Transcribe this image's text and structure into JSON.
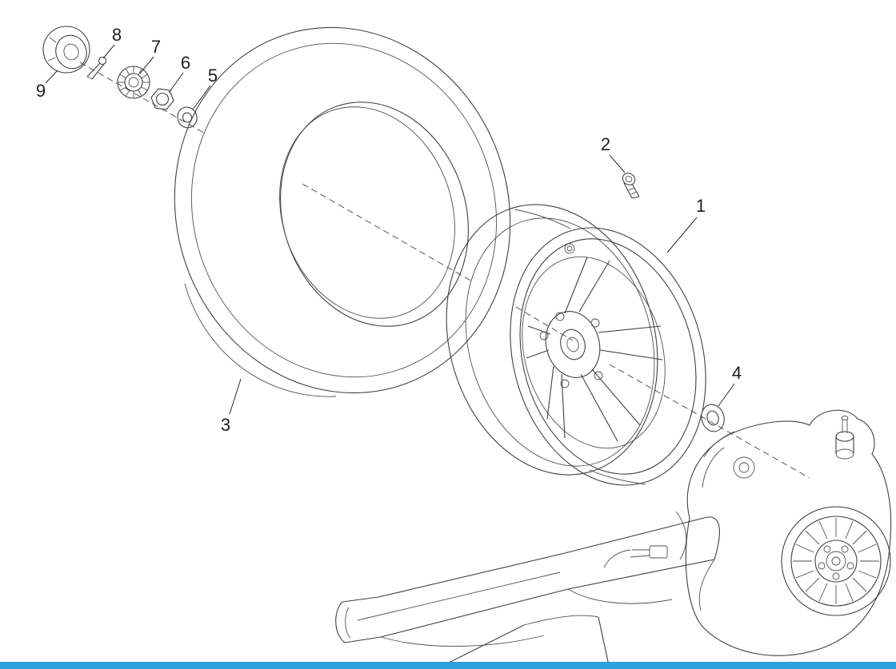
{
  "diagram": {
    "description": "Exploded parts diagram of a scooter rear wheel assembly with swingarm and engine case",
    "labels": [
      {
        "part": "1"
      },
      {
        "part": "2"
      },
      {
        "part": "3"
      },
      {
        "part": "4"
      },
      {
        "part": "5"
      },
      {
        "part": "6"
      },
      {
        "part": "7"
      },
      {
        "part": "8"
      },
      {
        "part": "9"
      }
    ],
    "colors": {
      "background": "#ffffff",
      "line": "#404040",
      "label_text": "#1f1f1f",
      "footer_bar": "#2e9fd9"
    }
  }
}
